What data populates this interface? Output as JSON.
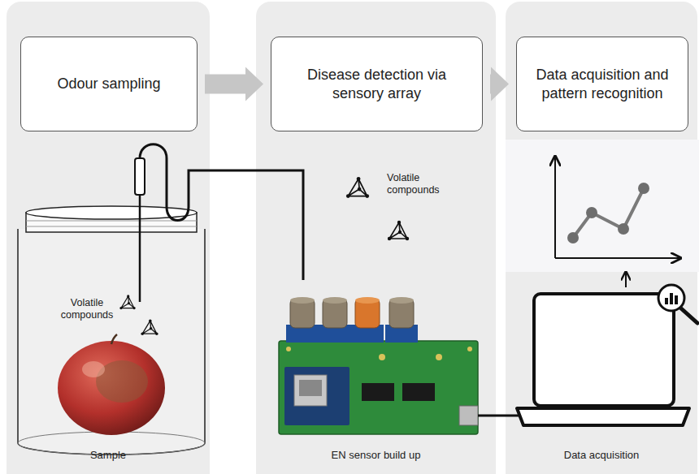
{
  "diagram": {
    "nodes": [
      {
        "text": [
          "Sample"
        ]
      },
      {
        "text": [
          "Odour sampling"
        ],
        "in": 0
      },
      {
        "text": [
          "EN sensor build up"
        ]
      },
      {
        "text": [
          "Disease detection via sensory array"
        ],
        "in": 2
      },
      {
        "text": [
          "Data acquisition"
        ]
      },
      {
        "text": [
          "Data acquisition and pattern recognition"
        ],
        "in": 4
      }
    ],
    "edges": [
      {
        "from": 1,
        "to": 3,
        "arrow": "to"
      },
      {
        "from": 3,
        "to": 5,
        "arrow": "to"
      }
    ],
    "labels": [
      "Volatile compounds",
      "Volatile compounds"
    ]
  }
}
